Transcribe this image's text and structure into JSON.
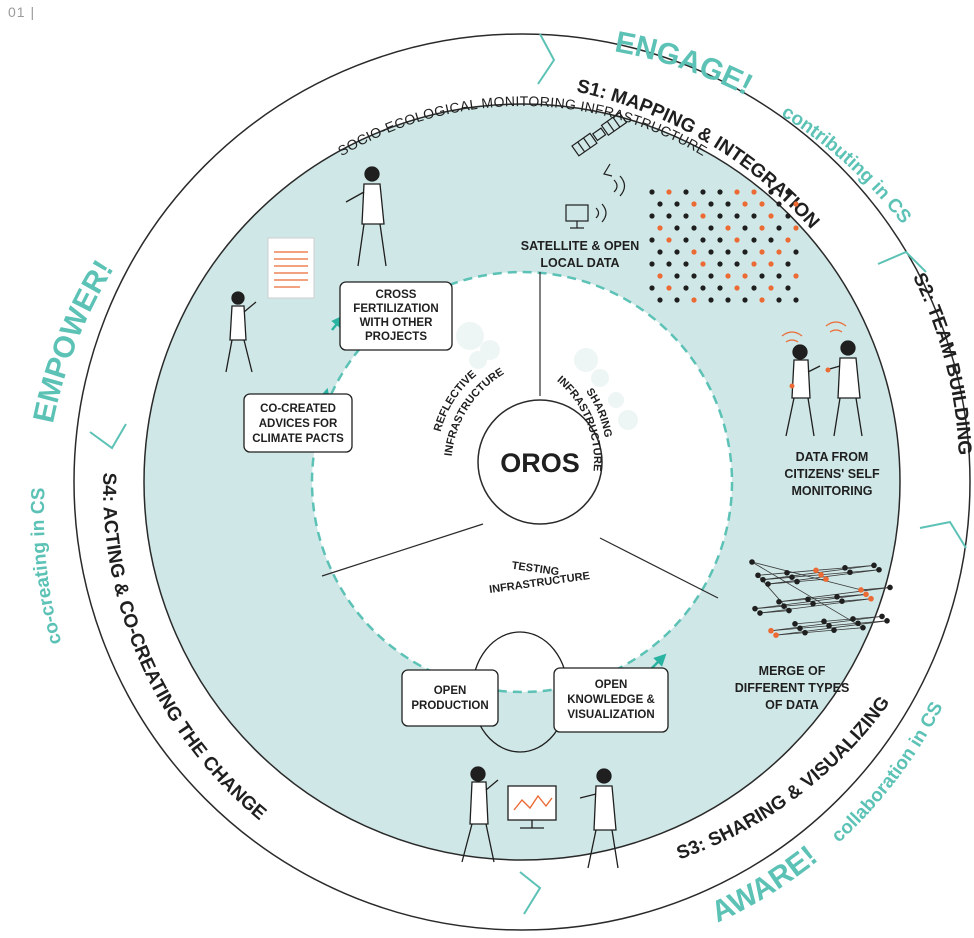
{
  "page_label": "01 |",
  "center_label": "OROS",
  "colors": {
    "teal_fill": "#cfe7e6",
    "teal_accent": "#5cc2b6",
    "orange": "#ec6a33",
    "dark": "#1f1f1f"
  },
  "outer_ring": {
    "engage_big": "ENGAGE!",
    "engage_small": "contributing in CS",
    "empower_big": "EMPOWER!",
    "empower_small": "co-creating in CS",
    "aware_big": "AWARE!",
    "aware_small": "collaboration in CS",
    "s1": "S1: MAPPING & INTEGRATION",
    "s2": "S2: TEAM BUILDING",
    "s3": "S3: SHARING & VISUALIZING",
    "s4": "S4: ACTING & CO-CREATING THE CHANGE"
  },
  "infrastructure_title": "SOCIO-ECOLOGICAL MONITORING INFRASTRUCTURE",
  "sectors": {
    "reflective": [
      "REFLECTIVE",
      "INFRASTRUCTURE"
    ],
    "sharing": [
      "SHARING",
      "INFRASTRUCTURE"
    ],
    "testing": [
      "TESTING",
      "INFRASTRUCTURE"
    ]
  },
  "labels": {
    "satellite": [
      "SATELLITE & OPEN",
      "LOCAL DATA"
    ],
    "citizens": [
      "DATA FROM",
      "CITIZENS' SELF",
      "MONITORING"
    ],
    "merge": [
      "MERGE OF",
      "DIFFERENT TYPES",
      "OF DATA"
    ]
  },
  "boxes": {
    "cross": [
      "CROSS",
      "FERTILIZATION",
      "WITH OTHER",
      "PROJECTS"
    ],
    "advices": [
      "CO-CREATED",
      "ADVICES FOR",
      "CLIMATE PACTS"
    ],
    "production": [
      "OPEN",
      "PRODUCTION"
    ],
    "knowledge": [
      "OPEN",
      "KNOWLEDGE &",
      "VISUALIZATION"
    ]
  },
  "icons": [
    "satellite-icon",
    "computer-icon",
    "document-icon",
    "person-icon",
    "monitor-chart-icon",
    "dot-grid-icon",
    "network-icon"
  ]
}
